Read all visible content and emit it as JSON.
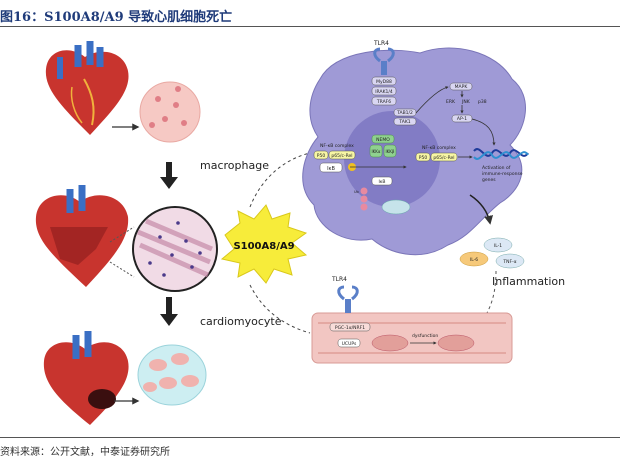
{
  "figure_title": "图16：S100A8/A9 导致心肌细胞死亡",
  "source_note": "资料来源：公开文献，中泰证券研究所",
  "labels": {
    "macrophage": "macrophage",
    "cardiomyocyte": "cardiomyocyte",
    "s100": "S100A8/A9",
    "inflammation": "Inflammation",
    "tlr4_top": "TLR4",
    "tlr4_bottom": "TLR4",
    "myd88": "MyD88",
    "irak": "IRAK1/4",
    "traf6": "TRAF6",
    "tab": "TAB1/2",
    "tak1": "TAK1",
    "mapk": "MAPK",
    "erk": "ERK",
    "jnk": "JNK",
    "p38": "p38",
    "ap1": "AP-1",
    "nfkb_complex_left": "NF-κB complex",
    "nfkb_complex_right": "NF-κB complex",
    "p50_left": "P50",
    "p65_left": "p65/c-Rel",
    "p50_right": "P50",
    "p65_right": "p65/c-Rel",
    "ikb_left": "IκB",
    "ikb_mid": "IκB",
    "nemo": "NEMO",
    "ikk_a": "IKKα",
    "ikk_b": "IKKβ",
    "ub": "Ub",
    "activation": "Activation of\nimmune-response\ngenes",
    "il1": "IL-1",
    "il6": "IL-6",
    "tnf": "TNF-α",
    "pgc": "PGC-1α/NRF1",
    "ucp": "UCUPs",
    "dysfunction": "dysfunction"
  },
  "colors": {
    "title": "#1f3b7a",
    "cell": "#9f9ad6",
    "nucleus": "#7b74c0",
    "cardio": "#f2c6c2",
    "star": "#f7ec3a",
    "heart": "#c8342e",
    "tissue": "#f6c9c4"
  }
}
